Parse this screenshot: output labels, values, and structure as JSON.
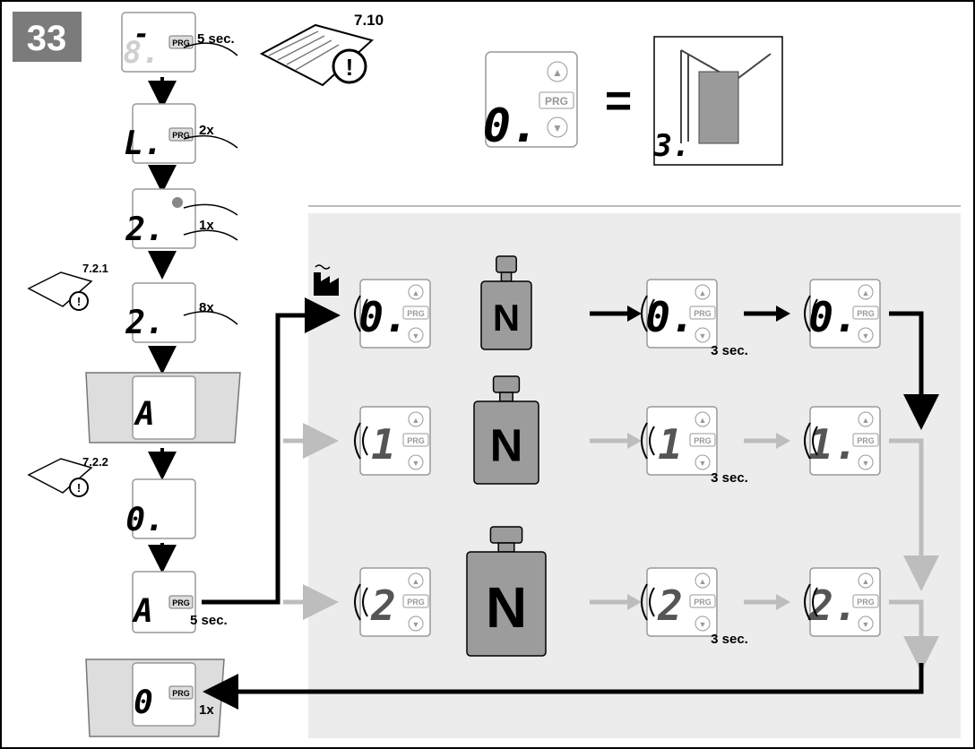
{
  "step_number": "33",
  "top": {
    "hold_time": "5 sec.",
    "manual_ref": "7.10",
    "display_digit": "-",
    "dim_digit": "8."
  },
  "left_sequence": [
    {
      "digit": "L.",
      "action": "2x"
    },
    {
      "digit": "2.",
      "action": "1x"
    },
    {
      "digit": "2.",
      "action": "8x",
      "manual_ref": "7.2.1"
    },
    {
      "digit": "A"
    },
    {
      "digit": "0.",
      "manual_ref": "7.2.2"
    },
    {
      "digit": "A",
      "action": "5 sec."
    },
    {
      "digit": "0",
      "action": "1x"
    }
  ],
  "equation": {
    "display_digit": "0.",
    "equals": "=",
    "door_digit": "3."
  },
  "button_labels": {
    "up": "▲",
    "prg": "PRG",
    "down": "▼"
  },
  "rows": [
    {
      "start_digit": "0.",
      "weight_label": "N",
      "hold": "3 sec.",
      "end_digit": "0."
    },
    {
      "start_digit": "1",
      "weight_label": "N",
      "hold": "3 sec.",
      "end_digit": "1."
    },
    {
      "start_digit": "2",
      "weight_label": "N",
      "hold": "3 sec.",
      "end_digit": "2."
    }
  ],
  "colors": {
    "badge": "#7b7b7b",
    "panel": "#ececec",
    "weight": "#9c9c9c",
    "arrow_dark": "#000000",
    "arrow_light": "#bdbdbd"
  }
}
